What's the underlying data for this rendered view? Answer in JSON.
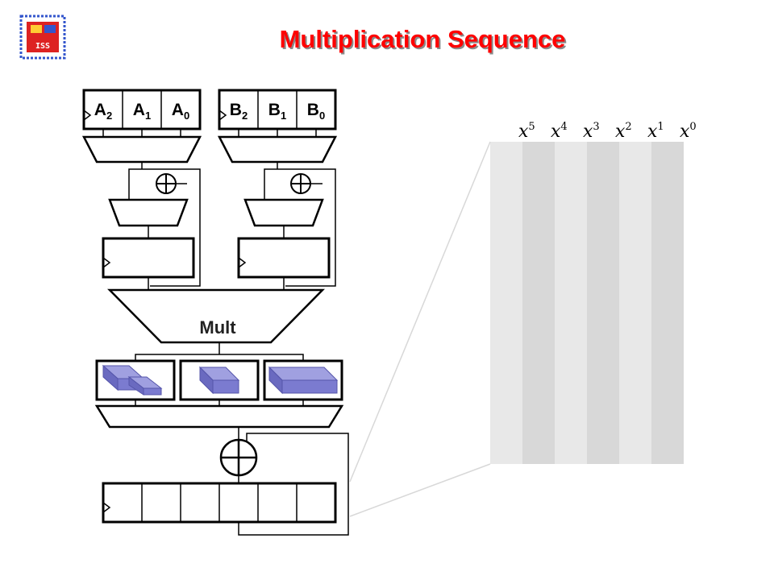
{
  "title": "Multiplication Sequence",
  "logo": {
    "text": "ISS",
    "colors": {
      "frame": "#3355cc",
      "accent": "#dd2222"
    }
  },
  "register_a": [
    {
      "base": "A",
      "sub": "2"
    },
    {
      "base": "A",
      "sub": "1"
    },
    {
      "base": "A",
      "sub": "0"
    }
  ],
  "register_b": [
    {
      "base": "B",
      "sub": "2"
    },
    {
      "base": "B",
      "sub": "1"
    },
    {
      "base": "B",
      "sub": "0"
    }
  ],
  "multiplier_label": "Mult",
  "power_labels": [
    {
      "base": "x",
      "exp": "5"
    },
    {
      "base": "x",
      "exp": "4"
    },
    {
      "base": "x",
      "exp": "3"
    },
    {
      "base": "x",
      "exp": "2"
    },
    {
      "base": "x",
      "exp": "1"
    },
    {
      "base": "x",
      "exp": "0"
    }
  ],
  "colors": {
    "title": "#ff0000",
    "block": "#7b7bd0",
    "column_light": "#e8e8e8",
    "column_dark": "#d8d8d8"
  }
}
